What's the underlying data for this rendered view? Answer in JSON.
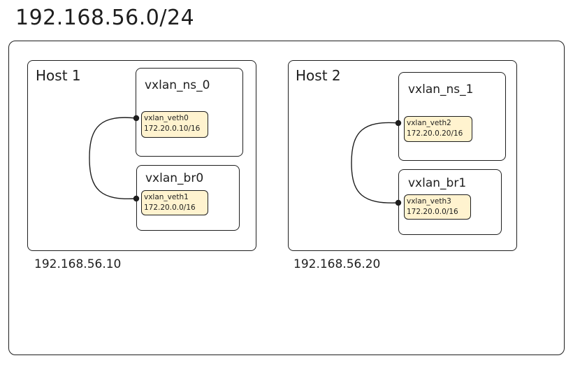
{
  "network": {
    "cidr": "192.168.56.0/24"
  },
  "hosts": [
    {
      "label": "Host 1",
      "ip": "192.168.56.10",
      "namespace": {
        "label": "vxlan_ns_0",
        "veth": {
          "name": "vxlan_veth0",
          "ip": "172.20.0.10/16"
        }
      },
      "bridge": {
        "label": "vxlan_br0",
        "veth": {
          "name": "vxlan_veth1",
          "ip": "172.20.0.0/16"
        }
      }
    },
    {
      "label": "Host 2",
      "ip": "192.168.56.20",
      "namespace": {
        "label": "vxlan_ns_1",
        "veth": {
          "name": "vxlan_veth2",
          "ip": "172.20.0.20/16"
        }
      },
      "bridge": {
        "label": "vxlan_br1",
        "veth": {
          "name": "vxlan_veth3",
          "ip": "172.20.0.0/16"
        }
      }
    }
  ],
  "colors": {
    "stroke": "#1e1e1e",
    "veth_fill": "#fff3cf",
    "background": "#ffffff"
  }
}
